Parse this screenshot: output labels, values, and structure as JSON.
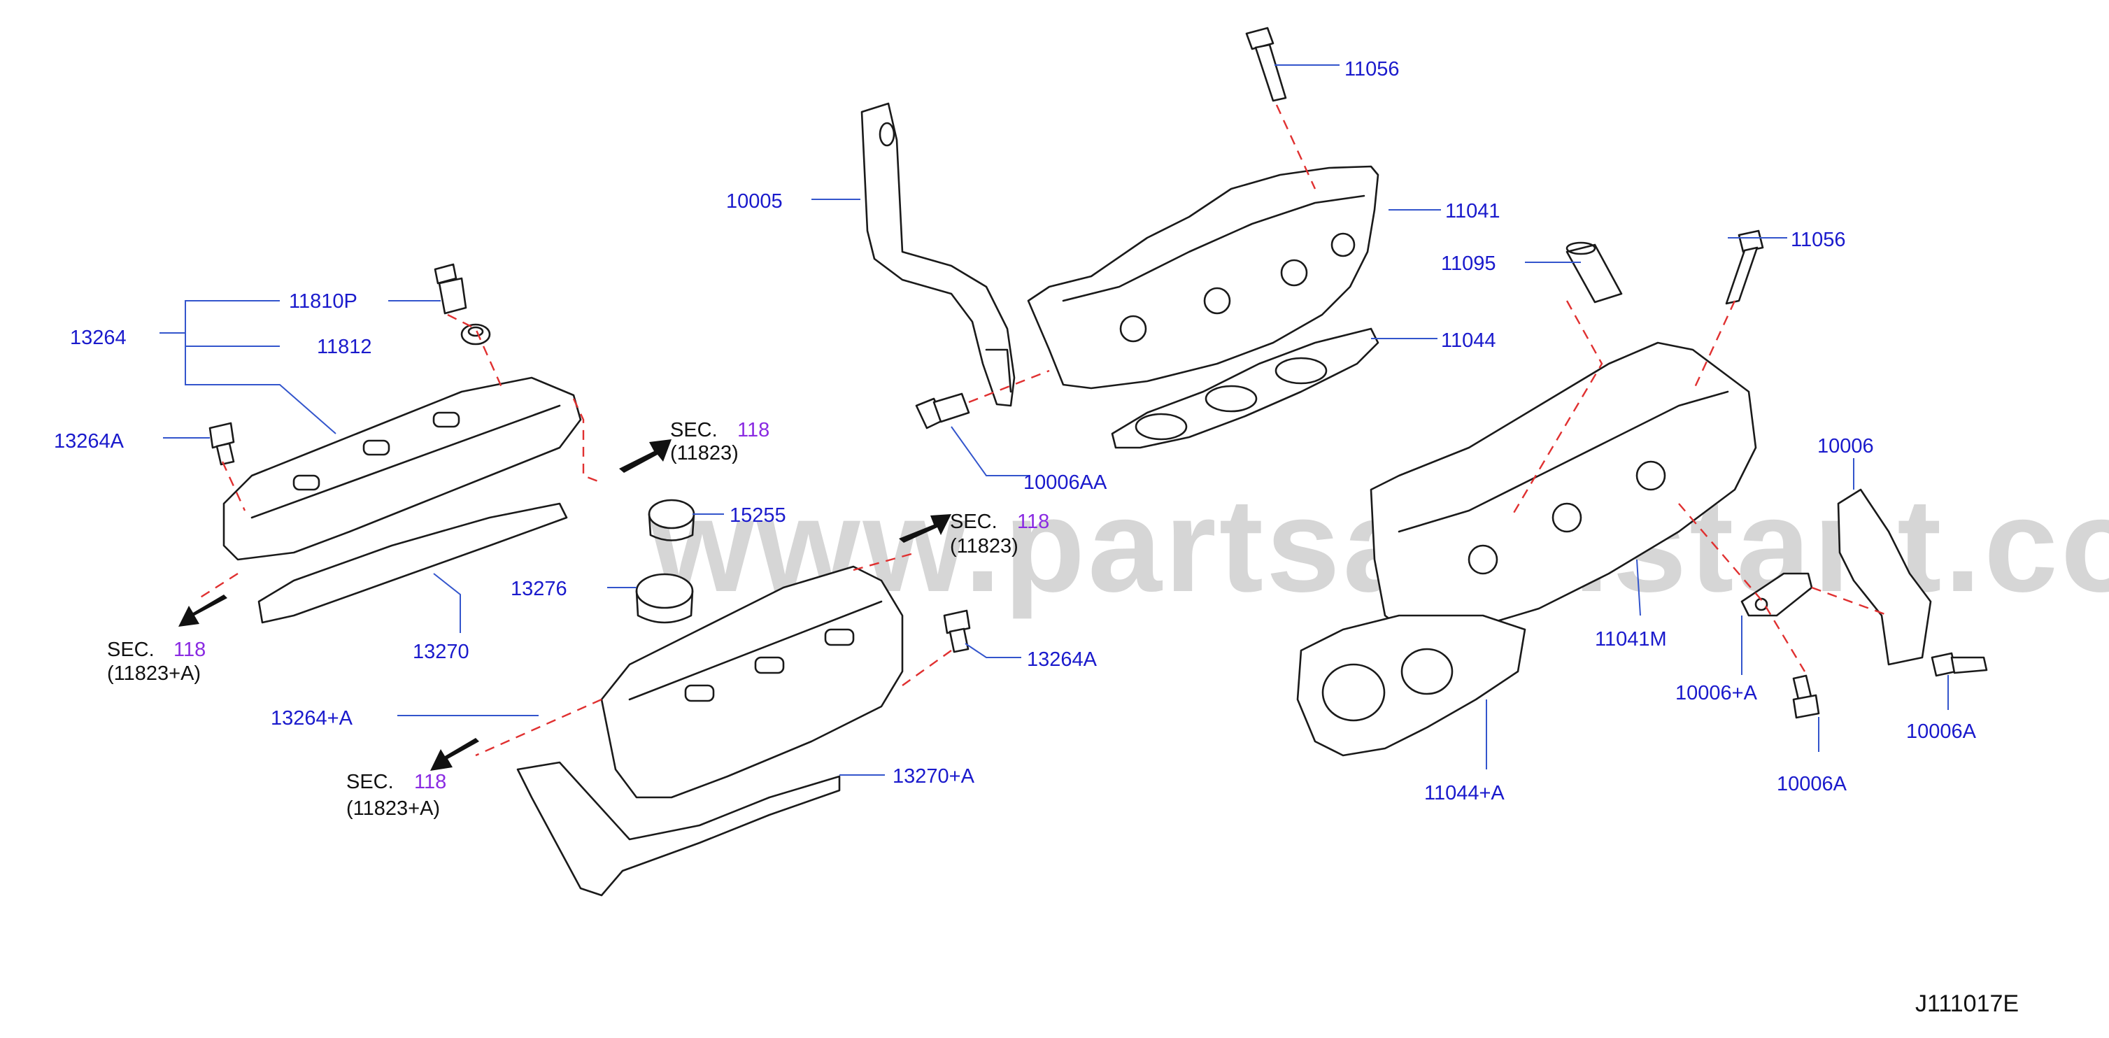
{
  "watermark": "www.partsassistant.com",
  "diagram_code": "J111017E",
  "colors": {
    "label": "#1a1acc",
    "section_number": "#8a2be2",
    "dashed": "#e03030",
    "leader": "#3355cc"
  },
  "labels": {
    "l11056a": "11056",
    "l10005": "10005",
    "l11041": "11041",
    "l11095": "11095",
    "l11056b": "11056",
    "l11044": "11044",
    "l11810p": "11810P",
    "l13264": "13264",
    "l11812": "11812",
    "l13264a_left": "13264A",
    "l10006aa": "10006AA",
    "l10006": "10006",
    "l15255": "15255",
    "l13276": "13276",
    "l13270": "13270",
    "l11041m": "11041M",
    "l13264a_right": "13264A",
    "l10006pa": "10006+A",
    "l10006a_right": "10006A",
    "l13264pa": "13264+A",
    "l13270pa": "13270+A",
    "l10006a_bottom": "10006A",
    "l11044pa": "11044+A"
  },
  "sections": {
    "s1": {
      "prefix": "SEC.",
      "number": "118",
      "ref": "(11823)"
    },
    "s2": {
      "prefix": "SEC.",
      "number": "118",
      "ref": "(11823)"
    },
    "s3": {
      "prefix": "SEC.",
      "number": "118",
      "ref": "(11823+A)"
    },
    "s4": {
      "prefix": "SEC.",
      "number": "118",
      "ref": "(11823+A)"
    }
  }
}
